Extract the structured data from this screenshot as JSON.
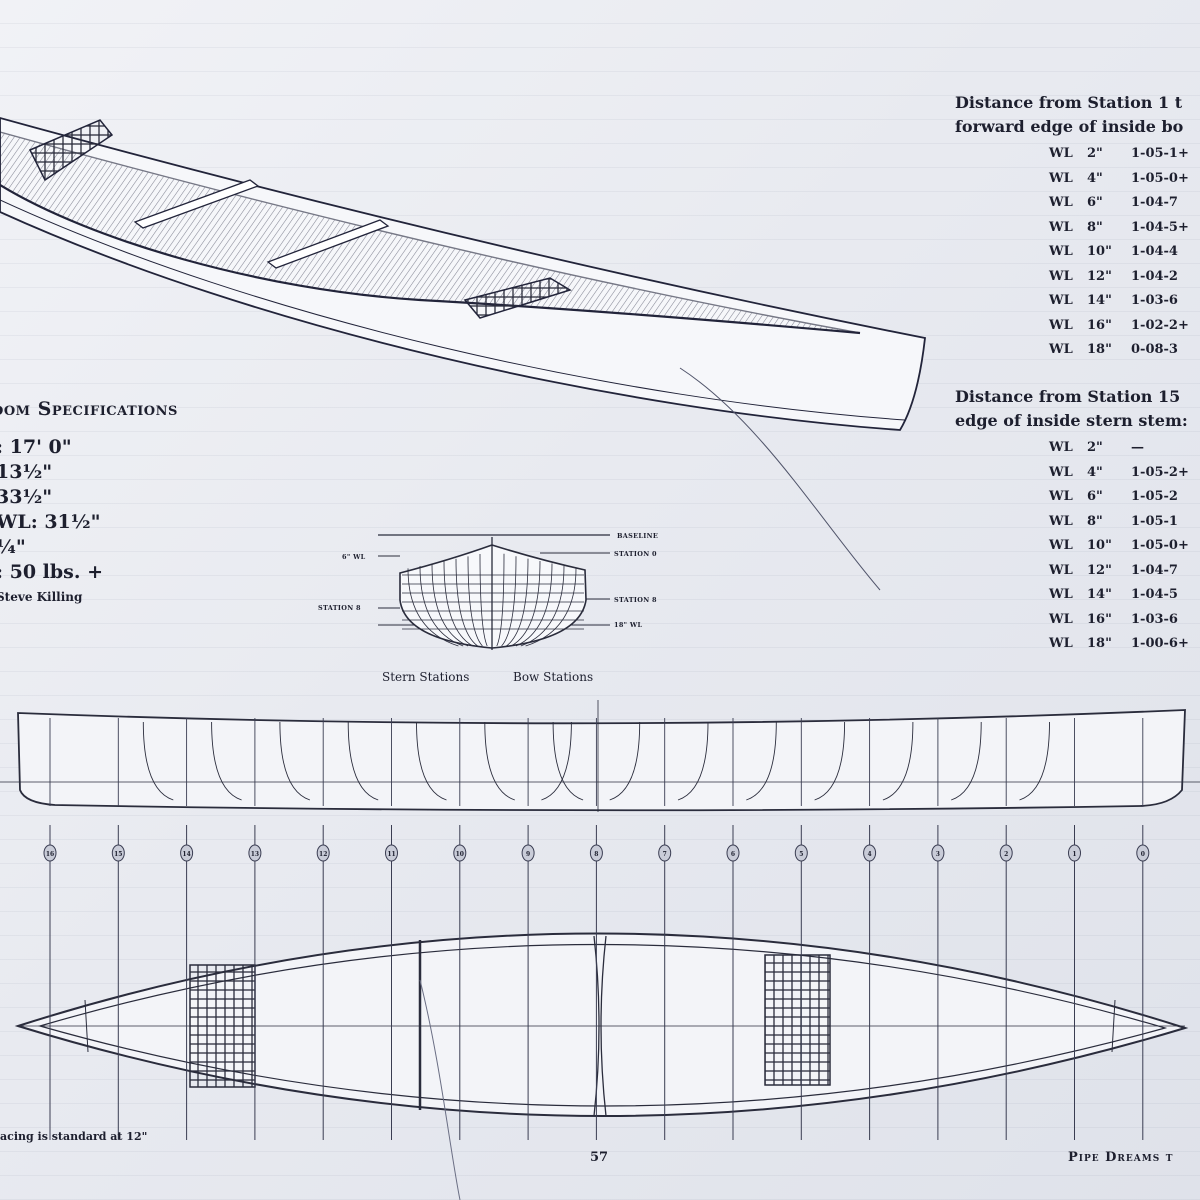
{
  "specs": {
    "heading": "oom Specifications",
    "lines": [
      ": 17' 0\"",
      "13½\"",
      "33½\"",
      "WL: 31½\"",
      "¼\"",
      ": 50 lbs. +"
    ],
    "designer": "Steve Killing"
  },
  "tables": [
    {
      "heading_lines": [
        "Distance from Station 1 t",
        "forward edge of inside bo"
      ],
      "rows": [
        {
          "wl": "WL",
          "inch": "2\"",
          "value": "1-05-1+"
        },
        {
          "wl": "WL",
          "inch": "4\"",
          "value": "1-05-0+"
        },
        {
          "wl": "WL",
          "inch": "6\"",
          "value": "1-04-7"
        },
        {
          "wl": "WL",
          "inch": "8\"",
          "value": "1-04-5+"
        },
        {
          "wl": "WL",
          "inch": "10\"",
          "value": "1-04-4"
        },
        {
          "wl": "WL",
          "inch": "12\"",
          "value": "1-04-2"
        },
        {
          "wl": "WL",
          "inch": "14\"",
          "value": "1-03-6"
        },
        {
          "wl": "WL",
          "inch": "16\"",
          "value": "1-02-2+"
        },
        {
          "wl": "WL",
          "inch": "18\"",
          "value": "0-08-3"
        }
      ]
    },
    {
      "heading_lines": [
        "Distance from Station 15",
        "edge of inside stern stem:"
      ],
      "rows": [
        {
          "wl": "WL",
          "inch": "2\"",
          "value": "—"
        },
        {
          "wl": "WL",
          "inch": "4\"",
          "value": "1-05-2+"
        },
        {
          "wl": "WL",
          "inch": "6\"",
          "value": "1-05-2"
        },
        {
          "wl": "WL",
          "inch": "8\"",
          "value": "1-05-1"
        },
        {
          "wl": "WL",
          "inch": "10\"",
          "value": "1-05-0+"
        },
        {
          "wl": "WL",
          "inch": "12\"",
          "value": "1-04-7"
        },
        {
          "wl": "WL",
          "inch": "14\"",
          "value": "1-04-5"
        },
        {
          "wl": "WL",
          "inch": "16\"",
          "value": "1-03-6"
        },
        {
          "wl": "WL",
          "inch": "18\"",
          "value": "1-00-6+"
        }
      ]
    }
  ],
  "body_plan": {
    "labels": {
      "baseline": "BASELINE",
      "station_right_top": "STATION 0",
      "wl_left": "6\" WL",
      "station_left": "STATION 8",
      "station_right_mid": "STATION 8",
      "wl_right": "18\" WL"
    },
    "stern_caption": "Stern Stations",
    "bow_caption": "Bow Stations"
  },
  "stations": [
    "16",
    "15",
    "14",
    "13",
    "12",
    "11",
    "10",
    "9",
    "8",
    "7",
    "6",
    "5",
    "4",
    "3",
    "2",
    "1",
    "0"
  ],
  "footer": {
    "note": "acing is standard at 12\"",
    "page_number": "57",
    "running_head": "Pipe Dreams t"
  }
}
